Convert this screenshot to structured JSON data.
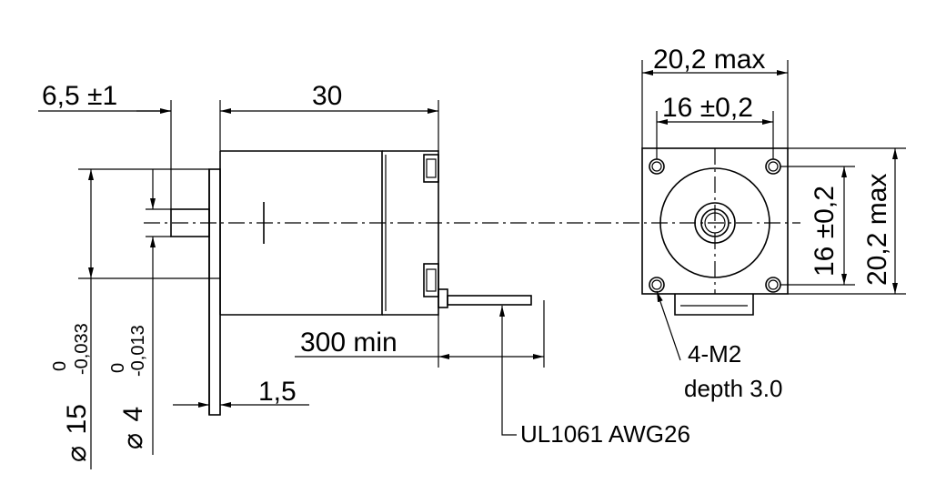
{
  "dimensions": {
    "shaft_length": "6,5 ±1",
    "body_length": "30",
    "flange_thickness": "1,5",
    "cable_length": "300 min",
    "pilot_diameter_symbol": "⌀",
    "pilot_diameter_value": "15",
    "pilot_tol_upper": "0",
    "pilot_tol_lower": "-0,033",
    "shaft_diameter_symbol": "⌀",
    "shaft_diameter_value": "4",
    "shaft_tol_upper": "0",
    "shaft_tol_lower": "-0,013",
    "front_width_max": "20,2 max",
    "hole_spacing_horizontal": "16 ±0,2",
    "hole_spacing_vertical": "16 ±0,2",
    "front_height_max": "20,2 max"
  },
  "notes": {
    "holes_line1": "4-M2",
    "holes_line2": "depth 3.0",
    "cable_spec": "UL1061 AWG26"
  }
}
